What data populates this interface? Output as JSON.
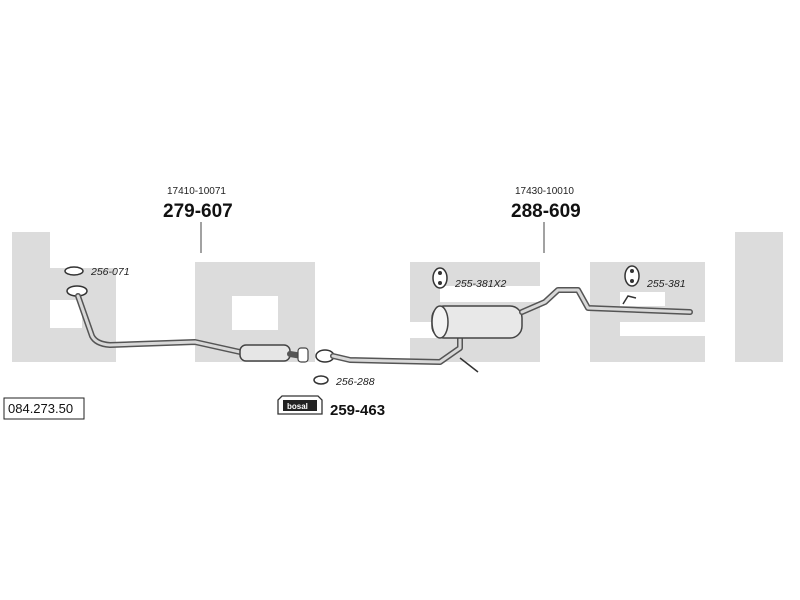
{
  "diagram": {
    "reference_number": "084.273.50",
    "watermark_logo": "bosal",
    "brand_badge": "bosal",
    "components": [
      {
        "oem": "17410-10071",
        "part": "279-607"
      },
      {
        "oem": "17430-10010",
        "part": "288-609"
      }
    ],
    "accessories": {
      "gasket_front": "256-071",
      "hanger_center": "255-381X2",
      "hanger_rear": "255-381",
      "gasket_mid": "256-288",
      "mounting_kit": "259-463"
    }
  }
}
